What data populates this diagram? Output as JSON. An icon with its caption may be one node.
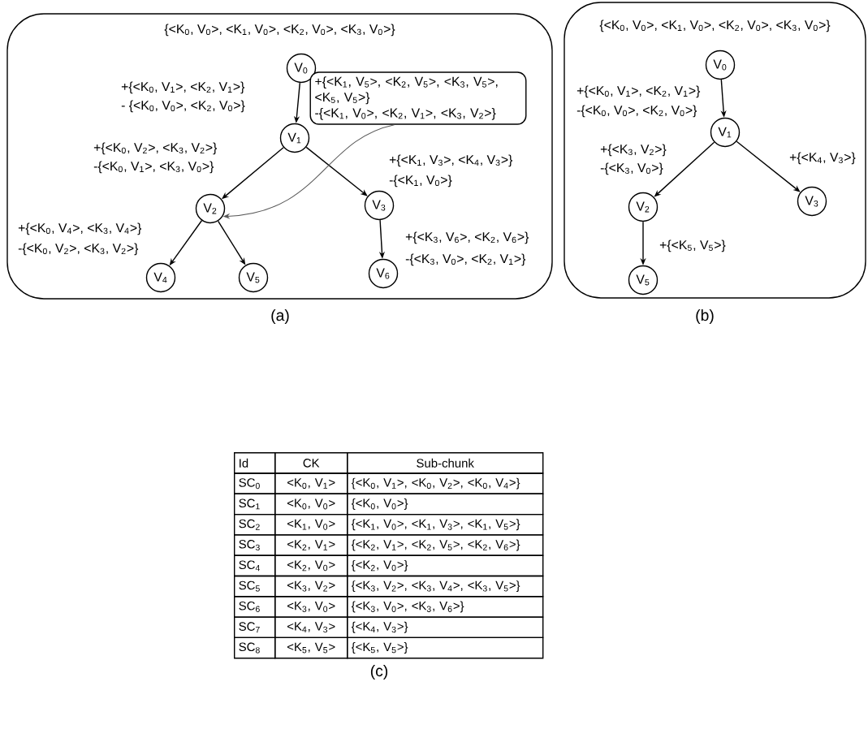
{
  "diagram": {
    "nodes": [
      {
        "text": [
          "{<K$_{0}$, V$_{0}$>, <K$_{1}$, V$_{0}$>, <K$_{2}$, V$_{0}$>, <K$_{3}$, V$_{0}$>}"
        ]
      },
      {
        "text": [
          "V$_{0}$"
        ],
        "in": 0
      },
      {
        "text": [
          "+{<K$_{1}$, V$_{5}$>, <K$_{2}$, V$_{5}$>, <K$_{3}$, V$_{5}$>, <K$_{5}$, V$_{5}$>}",
          "-{<K$_{1}$, V$_{0}$>, <K$_{2}$, V$_{1}$>, <K$_{3}$, V$_{2}$>}"
        ],
        "in": 0
      },
      {
        "text": [
          "V$_{1}$"
        ],
        "in": 0
      },
      {
        "text": [
          "V$_{2}$"
        ],
        "in": 0
      },
      {
        "text": [
          "V$_{3}$"
        ],
        "in": 0
      },
      {
        "text": [
          "V$_{4}$"
        ],
        "in": 0
      },
      {
        "text": [
          "V$_{5}$"
        ],
        "in": 0
      },
      {
        "text": [
          "V$_{6}$"
        ],
        "in": 0
      },
      {
        "text": [
          "{<K$_{0}$, V$_{0}$>, <K$_{1}$, V$_{0}$>, <K$_{2}$, V$_{0}$>, <K$_{3}$, V$_{0}$>}"
        ]
      },
      {
        "text": [
          "V$_{0}$"
        ],
        "in": 9
      },
      {
        "text": [
          "V$_{1}$"
        ],
        "in": 9
      },
      {
        "text": [
          "V$_{2}$"
        ],
        "in": 9
      },
      {
        "text": [
          "V$_{3}$"
        ],
        "in": 9
      },
      {
        "text": [
          "V$_{5}$"
        ],
        "in": 9
      }
    ],
    "edges": [
      {
        "from": 1,
        "to": 3,
        "arrow": "to"
      },
      {
        "from": 3,
        "to": 4,
        "arrow": "to"
      },
      {
        "from": 3,
        "to": 5,
        "arrow": "to"
      },
      {
        "from": 4,
        "to": 6,
        "arrow": "to"
      },
      {
        "from": 4,
        "to": 7,
        "arrow": "to"
      },
      {
        "from": 5,
        "to": 8,
        "arrow": "to"
      },
      {
        "from": 2,
        "to": 4,
        "arrow": "to",
        "color": "#595959"
      },
      {
        "from": 10,
        "to": 11,
        "arrow": "to"
      },
      {
        "from": 11,
        "to": 12,
        "arrow": "to"
      },
      {
        "from": 11,
        "to": 13,
        "arrow": "to"
      },
      {
        "from": 12,
        "to": 14,
        "arrow": "to"
      }
    ],
    "labels": [
      "+{<K$_{0}$, V$_{1}$>, <K$_{2}$, V$_{1}$>}",
      "- {<K$_{0}$, V$_{0}$>, <K$_{2}$, V$_{0}$>}",
      "+{<K$_{0}$, V$_{2}$>, <K$_{3}$, V$_{2}$>}",
      "-{<K$_{0}$, V$_{1}$>, <K$_{3}$, V$_{0}$>}",
      "+{<K$_{1}$, V$_{3}$>, <K$_{4}$, V$_{3}$>}",
      "-{<K$_{1}$, V$_{0}$>}",
      "+{<K$_{0}$, V$_{4}$>, <K$_{3}$, V$_{4}$>}",
      "-{<K$_{0}$, V$_{2}$>, <K$_{3}$, V$_{2}$>}",
      "+{<K$_{3}$, V$_{6}$>, <K$_{2}$, V$_{6}$>}",
      "-{<K$_{3}$, V$_{0}$>, <K$_{2}$, V$_{1}$>}",
      "+{<K$_{0}$, V$_{1}$>, <K$_{2}$, V$_{1}$>}",
      "-{<K$_{0}$, V$_{0}$>, <K$_{2}$, V$_{0}$>}",
      "+{<K$_{3}$, V$_{2}$>}",
      "-{<K$_{3}$, V$_{0}$>}",
      "+{<K$_{4}$, V$_{3}$>}",
      "+{<K$_{5}$, V$_{5}$>}",
      "(a)",
      "(b)",
      "Id",
      "CK",
      "Sub-chunk",
      "SC$_{0}$",
      "<K$_{0}$, V$_{1}$>",
      "{<K$_{0}$, V$_{1}$>, <K$_{0}$, V$_{2}$>, <K$_{0}$, V$_{4}$>}",
      "SC$_{1}$",
      "<K$_{0}$, V$_{0}$>",
      "{<K$_{0}$, V$_{0}$>}",
      "SC$_{2}$",
      "<K$_{1}$, V$_{0}$>",
      "{<K$_{1}$, V$_{0}$>, <K$_{1}$, V$_{3}$>, <K$_{1}$, V$_{5}$>}",
      "SC$_{3}$",
      "<K$_{2}$, V$_{1}$>",
      "{<K$_{2}$, V$_{1}$>, <K$_{2}$, V$_{5}$>, <K$_{2}$, V$_{6}$>}",
      "SC$_{4}$",
      "<K$_{2}$, V$_{0}$>",
      "{<K$_{2}$, V$_{0}$>}",
      "SC$_{5}$",
      "<K$_{3}$, V$_{2}$>",
      "{<K$_{3}$, V$_{2}$>, <K$_{3}$, V$_{4}$>, <K$_{3}$, V$_{5}$>}",
      "SC$_{6}$",
      "<K$_{3}$, V$_{0}$>",
      "{<K$_{3}$, V$_{0}$>, <K$_{3}$, V$_{6}$>}",
      "SC$_{7}$",
      "<K$_{4}$, V$_{3}$>",
      "{<K$_{4}$, V$_{3}$>}",
      "SC$_{8}$",
      "<K$_{5}$, V$_{5}$>",
      "{<K$_{5}$, V$_{5}$>}",
      "(c)"
    ]
  }
}
